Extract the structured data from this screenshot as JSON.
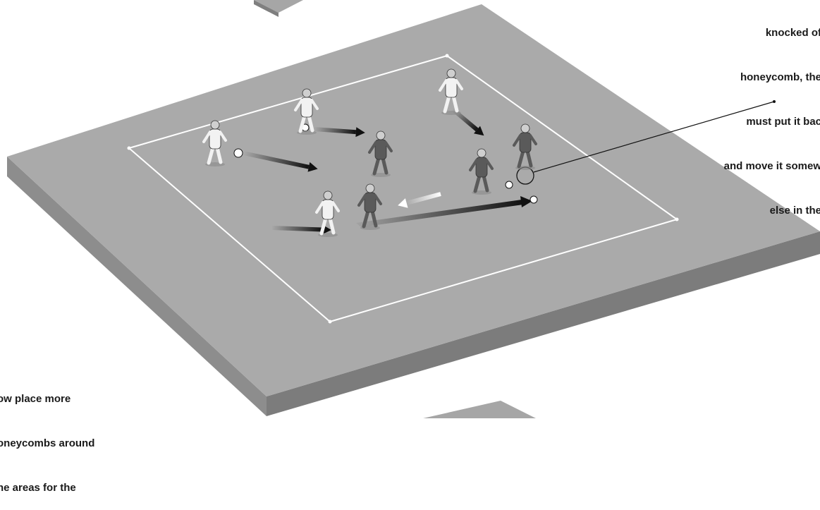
{
  "callouts": {
    "top_right": {
      "lines": [
        "knocked of",
        "honeycomb, the",
        "must put it bac",
        "and move it somew",
        "else in the"
      ]
    },
    "bottom_left": {
      "lines": [
        "ow place more",
        "oneycombs around",
        "he areas for the"
      ]
    }
  },
  "colors": {
    "platform_top": "#a9a9a9",
    "platform_side": "#8c8c8c",
    "boundary_line": "#ffffff",
    "team_light": "#f2f2f2",
    "team_dark": "#5a5a5a",
    "arrow": "#111111"
  },
  "players": [
    {
      "team": "light",
      "role": "dribbler"
    },
    {
      "team": "light",
      "role": "dribbler"
    },
    {
      "team": "light",
      "role": "dribbler"
    },
    {
      "team": "light",
      "role": "dribbler"
    },
    {
      "team": "dark",
      "role": "defender"
    },
    {
      "team": "dark",
      "role": "defender"
    },
    {
      "team": "dark",
      "role": "defender"
    },
    {
      "team": "dark",
      "role": "defender"
    }
  ]
}
